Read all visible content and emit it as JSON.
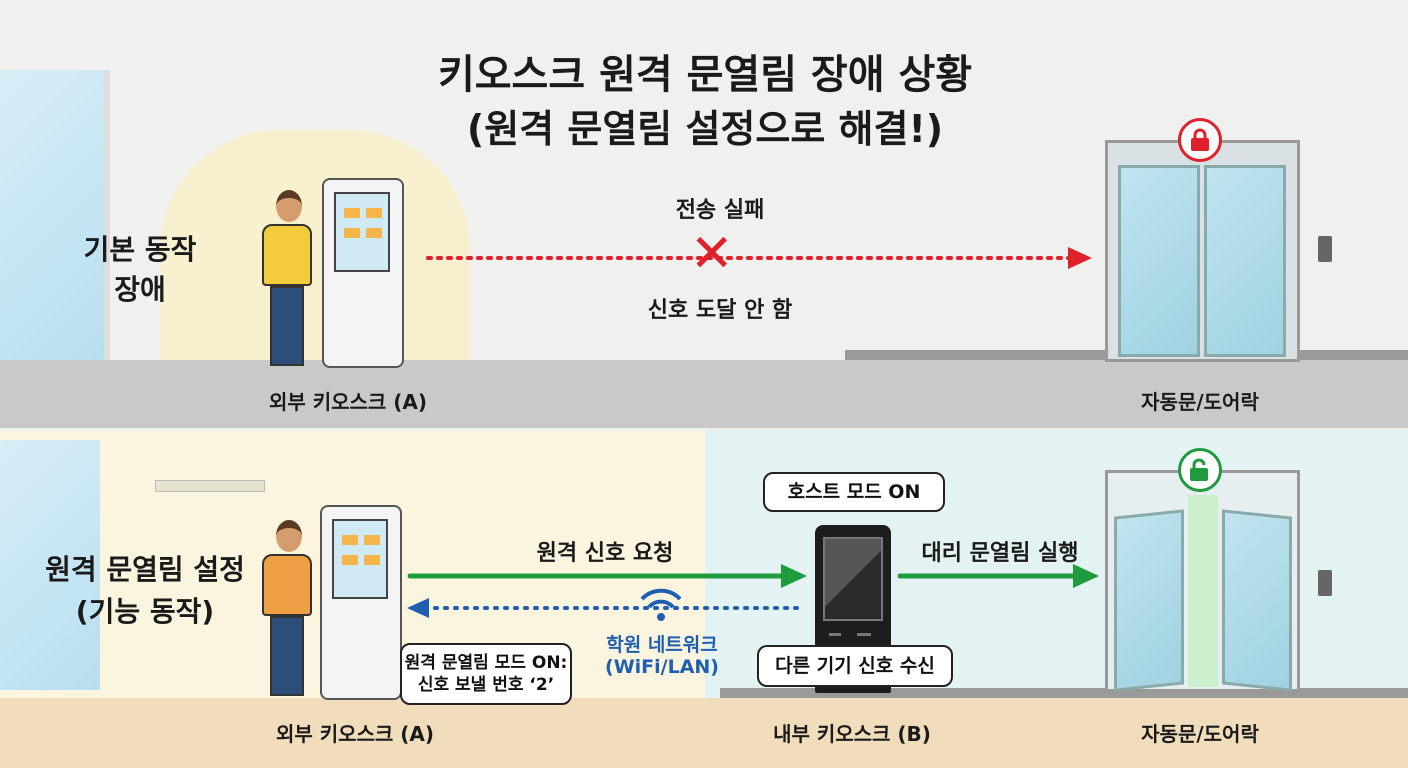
{
  "title": {
    "line1": "키오스크 원격 문열림 장애 상황",
    "line2": "(원격 문열림 설정으로 해결!)"
  },
  "top": {
    "section_label": {
      "line1": "기본 동작",
      "line2": "장애"
    },
    "fail_label": "전송 실패",
    "no_signal_label": "신호 도달 안 함",
    "kiosk_label": "외부 키오스크 (A)",
    "door_label": "자동문/도어락",
    "lock_state": "locked"
  },
  "bottom": {
    "section_label": {
      "line1": "원격 문열림 설정",
      "line2": "(기능 동작)"
    },
    "request_label": "원격 신호 요청",
    "network_label": {
      "line1": "학원 네트워크",
      "line2": "(WiFi/LAN)"
    },
    "kiosk_a_bubble": {
      "line1": "원격 문열림 모드 ON:",
      "line2": "신호 보낼 번호 ‘2’"
    },
    "host_bubble": "호스트 모드 ON",
    "receive_bubble": "다른 기기 신호 수신",
    "execute_label": "대리 문열림 실행",
    "kiosk_a_label": "외부 키오스크 (A)",
    "kiosk_b_label": "내부 키오스크 (B)",
    "door_label": "자동문/도어락",
    "lock_state": "unlocked"
  },
  "colors": {
    "red": "#e0202a",
    "green": "#1f9a3c",
    "blue": "#1e5fb0"
  }
}
